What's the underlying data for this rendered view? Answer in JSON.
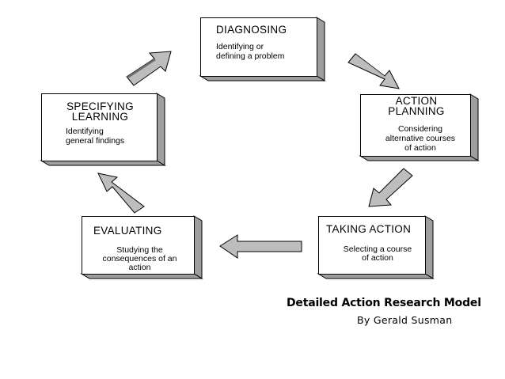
{
  "nodes": {
    "diagnosing": {
      "title": "DIAGNOSING",
      "desc_lines": [
        "Identifying or",
        "defining a problem"
      ]
    },
    "action_planning": {
      "title_lines": [
        "ACTION",
        "PLANNING"
      ],
      "desc_lines": [
        "Considering",
        "alternative courses",
        "of action"
      ]
    },
    "taking_action": {
      "title": "TAKING ACTION",
      "desc_lines": [
        "Selecting a course",
        "of action"
      ]
    },
    "evaluating": {
      "title": "EVALUATING",
      "desc_lines": [
        "Studying the",
        "consequences of an",
        "action"
      ]
    },
    "specifying_learning": {
      "title_lines": [
        "SPECIFYING",
        "LEARNING"
      ],
      "desc_lines": [
        "Identifying",
        "general findings"
      ]
    }
  },
  "caption": {
    "title": "Detailed Action Research Model",
    "author": "By Gerald  Susman"
  }
}
